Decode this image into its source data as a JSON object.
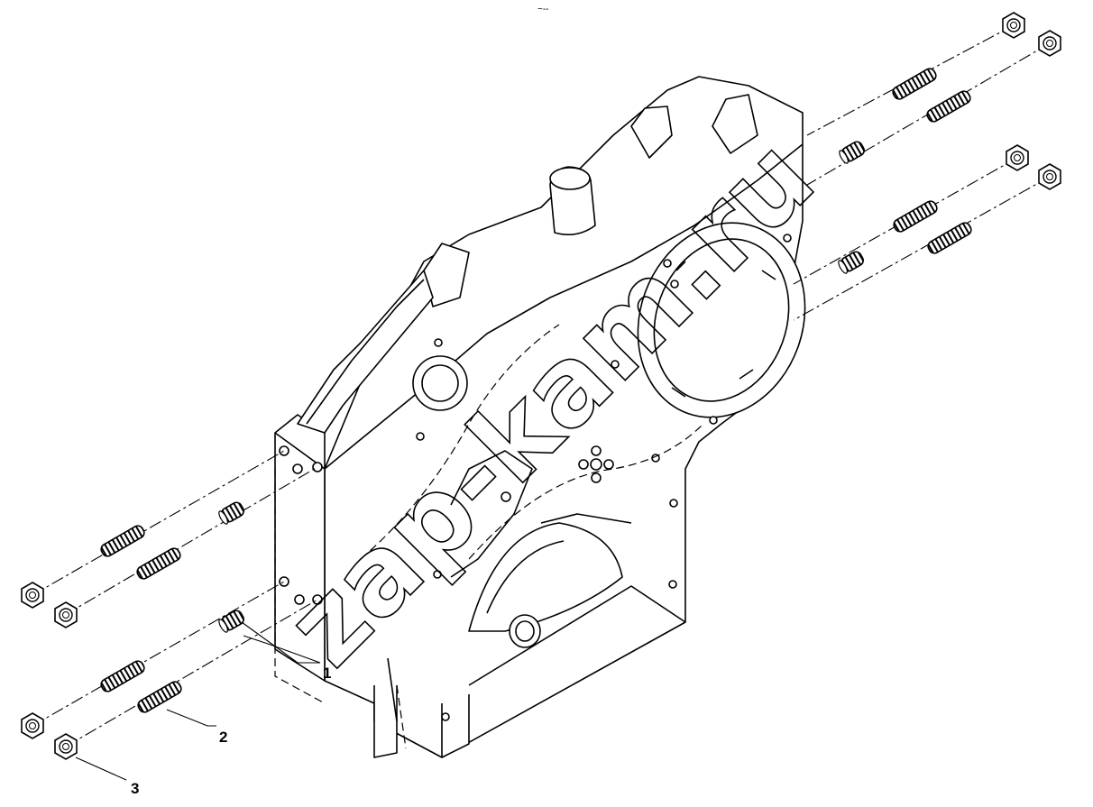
{
  "diagram": {
    "header_mark": "~--",
    "callouts": [
      {
        "id": "1",
        "label": "1"
      },
      {
        "id": "2",
        "label": "2"
      },
      {
        "id": "3",
        "label": "3"
      }
    ],
    "watermark_text": "zap-kam.ru"
  },
  "colors": {
    "line": "#000000",
    "background": "#ffffff",
    "fill": "#ffffff"
  }
}
